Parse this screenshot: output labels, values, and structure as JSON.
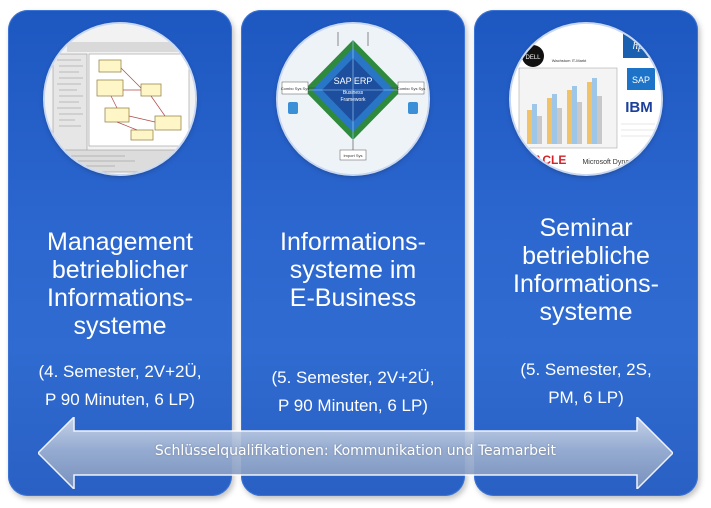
{
  "panels": [
    {
      "title": "Management\nbetrieblicher\nInformations-\nsysteme",
      "details": "(4. Semester, 2V+2Ü,\nP 90 Minuten, 6 LP)"
    },
    {
      "title": "Informations-\nsysteme im\nE-Business",
      "details": "(5. Semester, 2V+2Ü,\nP 90 Minuten, 6 LP)",
      "image_text": {
        "center_title": "SAP ERP",
        "center_sub1": "Business",
        "center_sub2": "Framework",
        "box_left": "Combo Sys Sys",
        "box_right": "Combo Sys Sys",
        "box_bottom": "Import Sys"
      }
    },
    {
      "title": "Seminar\nbetriebliche\nInformations-\nsysteme",
      "details": "(5. Semester, 2S,\nPM, 6 LP)",
      "image_text": {
        "logo_dell": "DELL",
        "logo_hp": "hp",
        "logo_sap": "SAP",
        "logo_ibm": "IBM",
        "logo_oracle": "ORACLE",
        "logo_microsoft": "Microsoft Dynamics",
        "chart_heading": "Wachstum IT-Markt"
      }
    }
  ],
  "arrow": {
    "label": "Schlüsselqualifikationen: Kommunikation und Teamarbeit"
  },
  "colors": {
    "panel": "#2c67cf",
    "arrow": "#8ea4c8",
    "text": "#ffffff"
  }
}
